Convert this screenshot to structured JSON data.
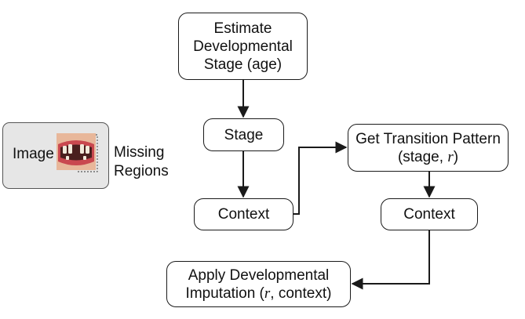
{
  "diagram": {
    "input": {
      "image_label": "Image",
      "missing_regions_line1": "Missing",
      "missing_regions_line2": "Regions"
    },
    "nodes": {
      "estimate_stage": {
        "line1": "Estimate",
        "line2": "Developmental",
        "line3": "Stage (age)"
      },
      "stage": {
        "label": "Stage"
      },
      "context_left": {
        "label": "Context"
      },
      "transition_pattern": {
        "line1": "Get Transition Pattern",
        "line2_prefix": "(stage, ",
        "line2_var": "r",
        "line2_suffix": ")"
      },
      "context_right": {
        "label": "Context"
      },
      "apply_imputation": {
        "line1": "Apply Developmental",
        "line2_prefix": "Imputation (",
        "line2_var": "r",
        "line2_suffix": ", context)"
      }
    },
    "edges": [
      {
        "from": "estimate_stage",
        "to": "stage"
      },
      {
        "from": "stage",
        "to": "context_left"
      },
      {
        "from": "context_left",
        "to": "transition_pattern"
      },
      {
        "from": "transition_pattern",
        "to": "context_right"
      },
      {
        "from": "context_right",
        "to": "apply_imputation"
      }
    ],
    "colors": {
      "stroke": "#1a1a1a",
      "panel_fill": "#e6e6e6",
      "panel_border": "#555555",
      "photo_lips": "#c9484f",
      "photo_teeth": "#f1eadb",
      "photo_skin": "#e8b79a"
    }
  }
}
